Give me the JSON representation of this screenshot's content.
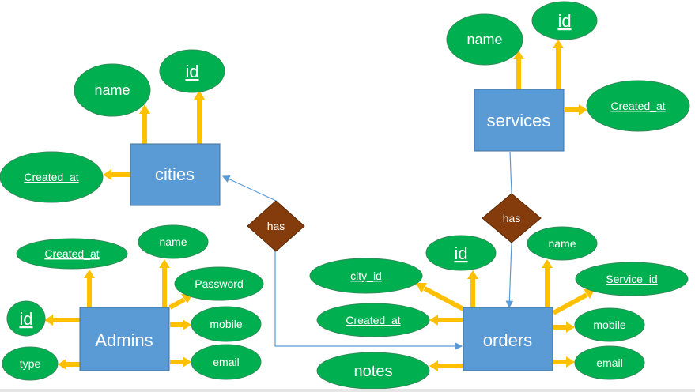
{
  "colors": {
    "entity_fill": "#5b9bd5",
    "entity_stroke": "#41719c",
    "attribute_fill": "#00b050",
    "attribute_stroke": "#2e8b57",
    "relationship_fill": "#843c0c",
    "arrow": "#ffc000",
    "connector": "#5b9bd5",
    "text_light": "#ffffff"
  },
  "entities": {
    "cities": "cities",
    "services": "services",
    "admins": "Admins",
    "orders": "orders"
  },
  "relationships": {
    "cities_orders": "has",
    "services_orders": "has"
  },
  "attributes": {
    "cities": {
      "name": "name",
      "id": "id",
      "created_at": "Created_at"
    },
    "services": {
      "name": "name",
      "id": "id",
      "created_at": "Created_at"
    },
    "admins": {
      "created_at": "Created_at",
      "name": "name",
      "password": "Password",
      "id": "id",
      "mobile": "mobile",
      "type": "type",
      "email": "email"
    },
    "orders": {
      "city_id": "city_id",
      "id": "id",
      "name": "name",
      "service_id": "Service_id",
      "created_at": "Created_at",
      "mobile": "mobile",
      "notes": "notes",
      "email": "email"
    }
  }
}
